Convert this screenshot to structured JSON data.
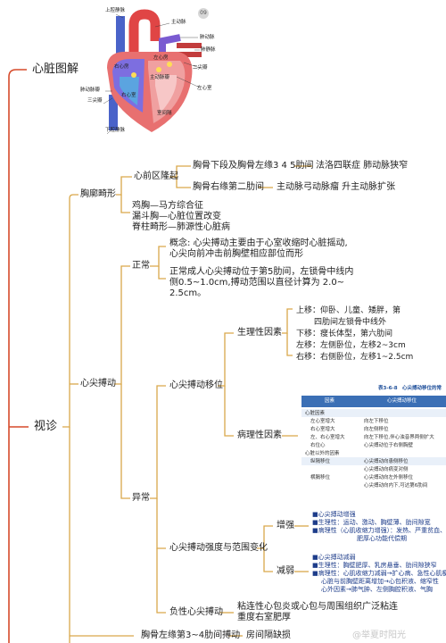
{
  "heart": {
    "top_badge": "09",
    "labels": {
      "svc": "上腔静脉",
      "aorta": "主动脉",
      "pa": "肺动脉",
      "pv": "肺静脉",
      "la": "左心房",
      "ra": "右心房",
      "mitral": "二尖瓣",
      "aortic_valve": "主动脉瓣",
      "pulm_vein2": "肺动脉瓣",
      "tricuspid": "三尖瓣",
      "rv": "右心室",
      "lv": "左心室",
      "ivc": "下腔静脉",
      "septum": "室间隔"
    }
  },
  "root": {
    "title": "心脏图解",
    "visual": "视诊"
  },
  "chest": {
    "label": "胸廓畸形",
    "precordial": "心前区隆起",
    "bulge1": "胸骨下段及胸骨左缘3 4 5肋间",
    "bulge1_cause": "法洛四联症 肺动脉狭窄",
    "bulge2": "胸骨右缘第二肋间",
    "bulge2_cause": "主动脉弓动脉瘤 升主动脉扩张",
    "line1": "鸡胸—马方综合征",
    "line2": "漏斗胸—心脏位置改变",
    "line3": "脊柱畸形—肺源性心脏病"
  },
  "apex": {
    "label": "心尖搏动",
    "normal": "正常",
    "concept1": "概念: 心尖搏动主要由于心室收缩时心脏摇动,",
    "concept2": "心尖向前冲击前胸壁相应部位而形",
    "pos1": "正常成人心尖搏动位于第5肋间，左锁骨中线内",
    "pos2": "侧0.5~1.0cm,搏动范围以直径计算为 2.0~",
    "pos3": "2.5cm。",
    "abnormal": "异常",
    "shift": "心尖搏动移位",
    "physio": "生理性因素",
    "up1": "上移：仰卧、儿童、矮胖，第",
    "up2": "四肋间左锁骨中线外",
    "down": "下移：瘦长体型，第六肋间",
    "left": "左移：左侧卧位，左移2~3cm",
    "right": "右移：右侧卧位，左移1~2.5cm",
    "patho": "病理性因素",
    "intensity": "心尖搏动强度与范围变化",
    "enhance": "增强",
    "weaken": "减弱",
    "neg": "负性心尖搏动",
    "neg_cause1": "粘连性心包炎或心包与周围组织广泛粘连",
    "neg_cause2": "重度右室肥厚"
  },
  "enhance_box": {
    "title": "■心尖搏动增强",
    "l1": "■生理性：运动、激动、胸壁薄、肋间隙宽",
    "l2": "■病理性（心肌收缩力增强）：发热、严重贫血、甲",
    "l3": "肥厚心功能代偿期"
  },
  "weaken_box": {
    "title": "■心尖搏动减弱",
    "l1": "■生理性：胸壁肥厚、乳房悬垂、肋间隙狭窄",
    "l2": "■病理性：心肌收缩力减弱→扩心病、急性心肌梗死",
    "l3": "心脏与前胸壁距离增加→心包积液、缩窄性",
    "l4": "心外因素→肺气肿、左侧胸腔积液、气胸"
  },
  "table": {
    "caption": "表3-6-8　心尖搏动移位的常",
    "col1": "因素",
    "col2": "心尖搏动移位",
    "rows": [
      [
        "心脏因素",
        ""
      ],
      [
        "左心室增大",
        "向左下移位"
      ],
      [
        "右心室增大",
        "向左侧移位"
      ],
      [
        "左、右心室增大",
        "向左下移位,伴心浊音界两侧扩大"
      ],
      [
        "右位心",
        "心尖搏动位于右侧胸壁"
      ],
      [
        "心脏以外的因素",
        ""
      ],
      [
        "纵隔移位",
        "心尖搏动向患侧移位"
      ],
      [
        "",
        "心尖搏动向病变对侧"
      ],
      [
        "横膈移位",
        "心尖搏动向左外侧移位"
      ],
      [
        "",
        "心尖搏动向内下,可达第6肋间"
      ]
    ]
  },
  "bottom": {
    "label": "胸骨左缘第3~4肋间搏动",
    "cause": "房间隔缺损"
  },
  "watermark": "@举夏时阳光"
}
